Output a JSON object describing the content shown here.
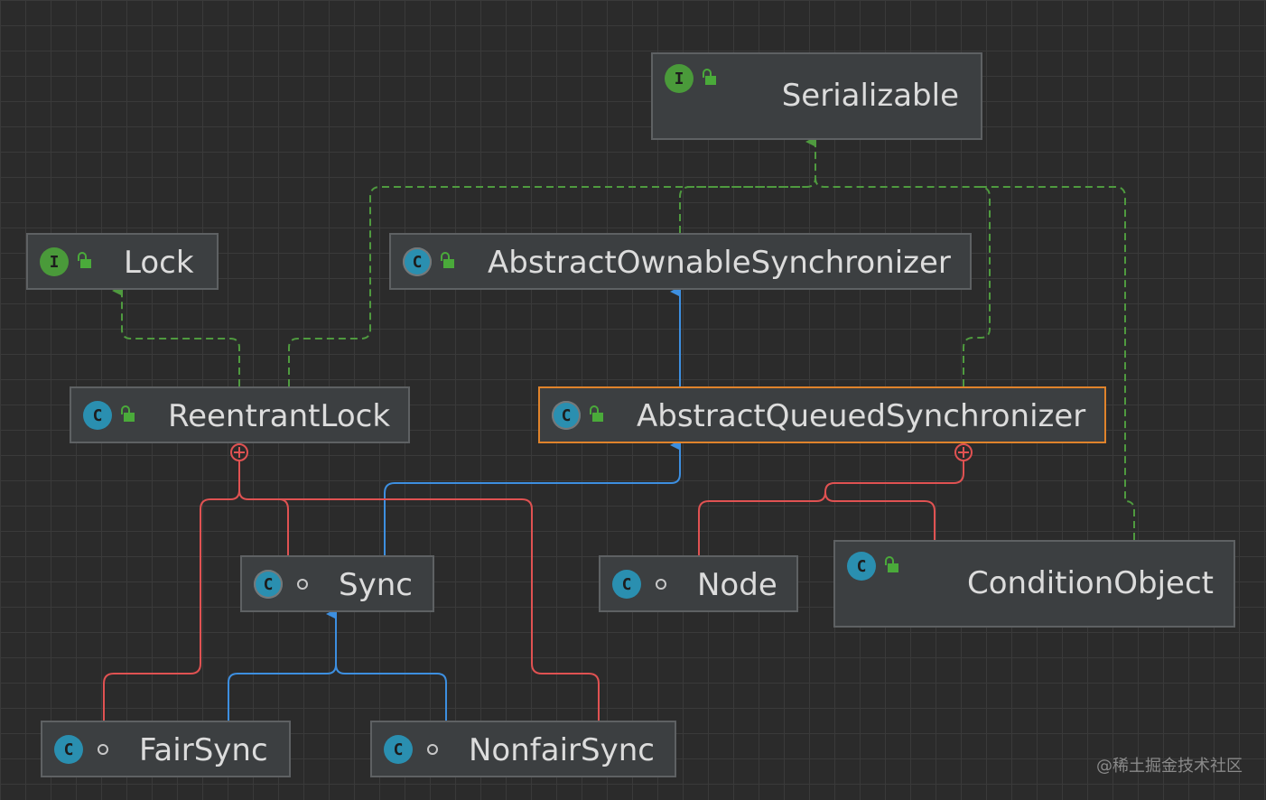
{
  "nodes": {
    "serializable": {
      "label": "Serializable",
      "kind": "I",
      "kind_type": "interface",
      "visibility": "public"
    },
    "lock": {
      "label": "Lock",
      "kind": "I",
      "kind_type": "interface",
      "visibility": "public"
    },
    "aos": {
      "label": "AbstractOwnableSynchronizer",
      "kind": "C",
      "kind_type": "abstract class",
      "visibility": "public"
    },
    "reentrant": {
      "label": "ReentrantLock",
      "kind": "C",
      "kind_type": "class",
      "visibility": "public"
    },
    "aqs": {
      "label": "AbstractQueuedSynchronizer",
      "kind": "C",
      "kind_type": "abstract class",
      "visibility": "public",
      "selected": true
    },
    "sync": {
      "label": "Sync",
      "kind": "C",
      "kind_type": "abstract static nested class",
      "visibility": "package-private"
    },
    "node": {
      "label": "Node",
      "kind": "C",
      "kind_type": "static nested class",
      "visibility": "package-private"
    },
    "condition": {
      "label": "ConditionObject",
      "kind": "C",
      "kind_type": "nested class",
      "visibility": "public"
    },
    "fair": {
      "label": "FairSync",
      "kind": "C",
      "kind_type": "static nested class",
      "visibility": "package-private"
    },
    "nonfair": {
      "label": "NonfairSync",
      "kind": "C",
      "kind_type": "static nested class",
      "visibility": "package-private"
    }
  },
  "edge_colors": {
    "implements": "#4f9a3f",
    "extends": "#3d8fe0",
    "inner": "#e05252",
    "selection": "#e0832b"
  },
  "watermark": "@稀土掘金技术社区"
}
